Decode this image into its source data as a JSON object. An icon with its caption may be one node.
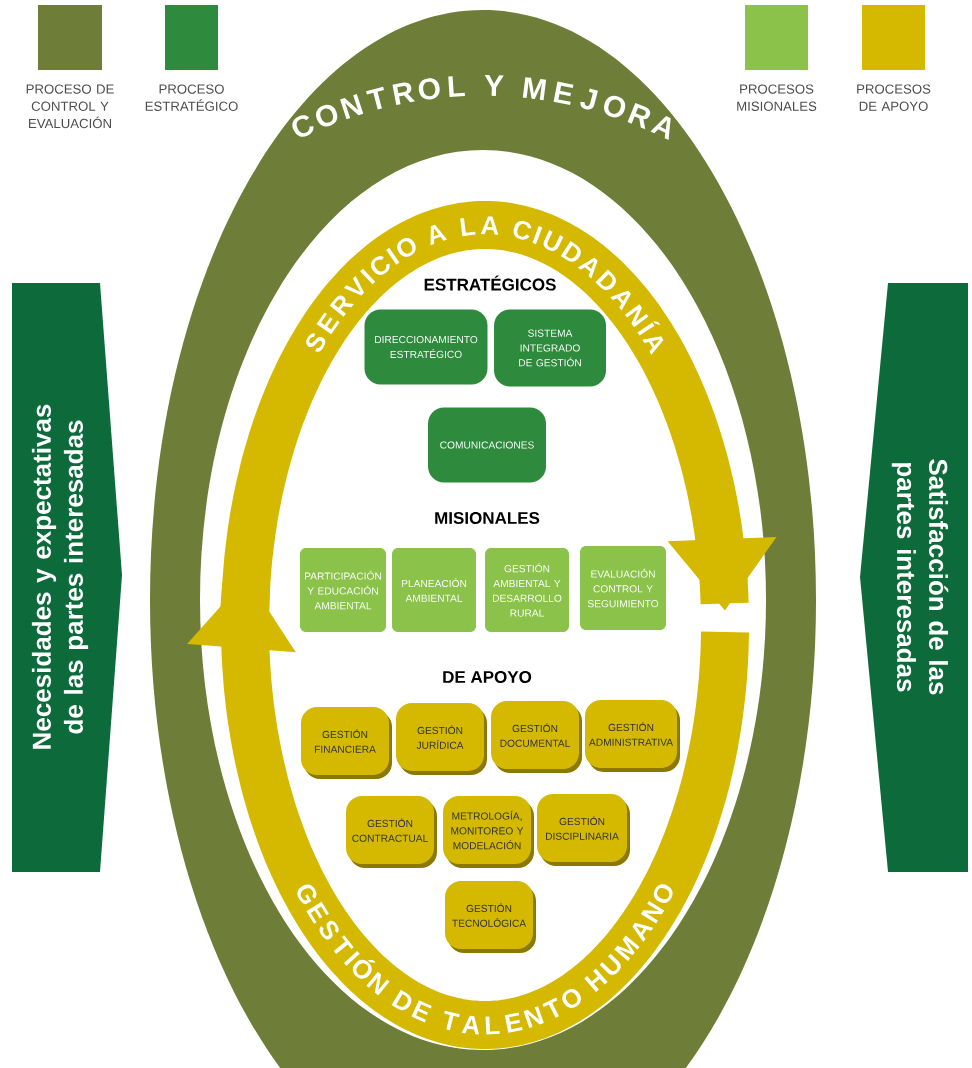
{
  "diagram": {
    "nodes": [
      {
        "text": [
          "Necesidades y expectativas de las partes interesadas"
        ]
      },
      {
        "text": [
          "Satisfacción de las partes interesadas"
        ]
      },
      {
        "text": [
          "DIRECCIONAMIENTO ESTRATÉGICO"
        ]
      },
      {
        "text": [
          "SISTEMA INTEGRADO DE GESTIÓN"
        ]
      },
      {
        "text": [
          "COMUNICACIONES"
        ]
      },
      {
        "text": [
          "PARTICIPACIÓN Y EDUCACIÓN AMBIENTAL"
        ]
      },
      {
        "text": [
          "PLANEACIÓN AMBIENTAL"
        ]
      },
      {
        "text": [
          "GESTIÓN AMBIENTAL Y DESARROLLO RURAL"
        ]
      },
      {
        "text": [
          "EVALUACIÓN CONTROL Y SEGUIMIENTO"
        ]
      },
      {
        "text": [
          "GESTIÓN FINANCIERA"
        ]
      },
      {
        "text": [
          "GESTIÓN JURÍDICA"
        ]
      },
      {
        "text": [
          "GESTIÓN DOCUMENTAL"
        ]
      },
      {
        "text": [
          "GESTIÓN ADMINISTRATIVA"
        ]
      },
      {
        "text": [
          "GESTIÓN CONTRACTUAL"
        ]
      },
      {
        "text": [
          "METROLOGÍA, MONITOREO Y MODELACIÓN"
        ]
      },
      {
        "text": [
          "GESTIÓN DISCIPLINARIA"
        ]
      },
      {
        "text": [
          "GESTIÓN TECNOLÓGICA"
        ]
      }
    ],
    "labels": [
      "CONTROL Y MEJORA",
      "SERVICIO A LA CIUDADANÍA",
      "ESTRATÉGICOS",
      "MISIONALES",
      "DE APOYO",
      "GESTIÓN DE TALENTO HUMANO"
    ],
    "legend": [
      {
        "text": "PROCESO DE CONTROL Y EVALUACIÓN",
        "color": "#6e7d37"
      },
      {
        "text": "PROCESO ESTRATÉGICO",
        "color": "#2e8b3d"
      },
      {
        "text": "PROCESOS MISIONALES",
        "color": "#8bc34a"
      },
      {
        "text": "PROCESOS DE APOYO",
        "color": "#d4b900"
      }
    ]
  }
}
